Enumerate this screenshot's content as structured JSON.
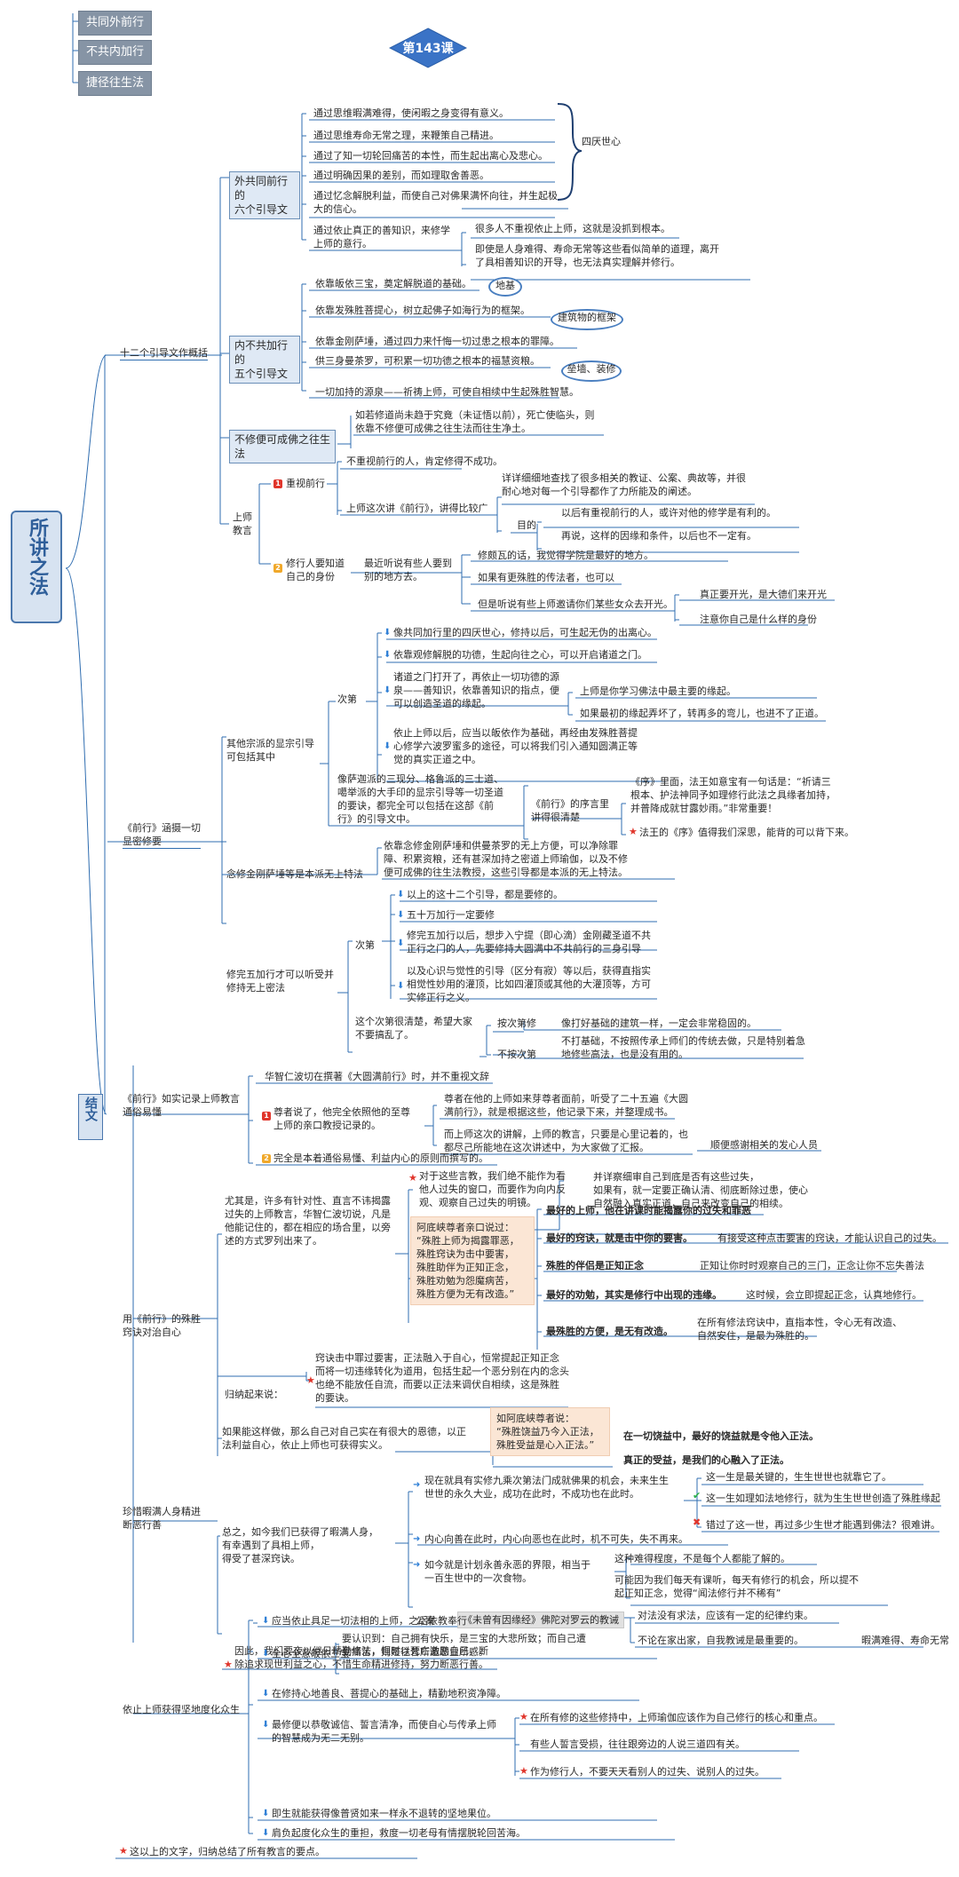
{
  "top_buttons": [
    "共同外前行",
    "不共内加行",
    "捷径往生法"
  ],
  "lesson_title": "第143课",
  "main_title": "所讲之法",
  "conclusion_label": "结文",
  "branches": {
    "b1": "十二个引导文作概括",
    "b1_outer": "外共同前行的\n六个引导文",
    "b1_inner": "内不共加行的\n五个引导文",
    "b1_no": "不修便可成佛之往生法",
    "b1_guru": "上师\n教言",
    "b2": "《前行》涵摄一切\n显密修要",
    "b3": "《前行》如实记录上师教言\n通俗易懂",
    "b4": "用《前行》的殊胜\n窍诀对治自心",
    "b5": "珍惜暇满人身精进\n断恶行善",
    "b6": "依止上师获得坚地度化众生"
  },
  "outer": {
    "items": [
      "通过思维暇满难得，使闲暇之身变得有意义。",
      "通过思维寿命无常之理，来鞭策自己精进。",
      "通过了知一切轮回痛苦的本性，而生起出离心及悲心。",
      "通过明确因果的差别，而如理取舍善恶。",
      "通过忆念解脱利益，而使自己对佛果满怀向往，并生起极\n大的信心。",
      "通过依止真正的善知识，来修学\n上师的意行。"
    ],
    "four": "四厌世心",
    "guru1": "很多人不重视依止上师，这就是没抓到根本。",
    "guru2": "即使是人身难得、寿命无常等这些看似简单的道理，离开\n了具相善知识的开导，也无法真实理解并修行。"
  },
  "inner": {
    "items": [
      "依靠皈依三宝，奠定解脱道的基础。",
      "依靠发殊胜菩提心，树立起佛子如海行为的框架。",
      "依靠金刚萨埵，通过四力来忏悔一切过患之根本的罪障。",
      "供三身曼茶罗，可积累一切功德之根本的福慧资粮。",
      "一切加持的源泉——祈祷上师，可使自相续中生起殊胜智慧。"
    ],
    "tags": [
      "地基",
      "建筑物的框架",
      "垒墙、装修"
    ]
  },
  "nofree": "如若修道尚未趋于究竟（未证悟以前），死亡使临头，则\n依靠不修便可成佛之往生法而往生净土。",
  "guru": {
    "p1": "重视前行",
    "p1a": "不重视前行的人，肯定修得不成功。",
    "p1b": "上师这次讲《前行》，讲得比较广",
    "p1b1": "详详细细地查找了很多相关的教证、公案、典故等，并很\n耐心地对每一个引导都作了力所能及的阐述。",
    "p1b_aim": "目的",
    "p1b2": "以后有重视前行的人，或许对他的修学是有利的。",
    "p1b3": "再说，这样的因缘和条件，以后也不一定有。",
    "p2": "修行人要知道\n自己的身份",
    "p2a": "最近听说有些人要到\n别的地方去。",
    "p2a1": "修颇瓦的话，我觉得学院是最好的地方。",
    "p2a2": "如果有更殊胜的传法者，也可以",
    "p2a3": "但是听说有些上师邀请你们某些女众去开光。",
    "p2a3a": "真正要开光，是大德们来开光",
    "p2a3b": "注意你自己是什么样的身份"
  },
  "s2": {
    "left": "其他宗派的显宗引导\n可包括其中",
    "ci": "次第",
    "c1": "像共同加行里的四厌世心，修持以后，可生起无伪的出离心。",
    "c2": "依靠观修解脱的功德，生起向往之心，可以开启诸道之门。",
    "c3": "诸道之门打开了，再依止一切功德的源\n泉——善知识，依靠善知识的指点，便\n可以创造圣道的缘起。",
    "c3a": "上师是你学习佛法中最主要的缘起。",
    "c3b": "如果最初的缘起弄坏了，转再多的弯儿，也进不了正道。",
    "c4": "依止上师以后，应当以皈依作为基础，再经由发殊胜菩提\n心修学六波罗蜜多的途径，可以将我们引入通知圆满正等\n觉的真实正道之中。",
    "c5": "像萨迦派的三现分、格鲁派的三士道、\n噶举派的大手印的显宗引导等一切圣道\n的要诀，都完全可以包括在这部《前\n行》的引导文中。",
    "xu": "《前行》的序言里\n讲得很清楚",
    "xu1": "《序》里面，法王如意宝有一句话是：“祈请三\n根本、护法神同予如理修行此法之具缘者加持，\n并普降成就甘露妙雨。”非常重要！",
    "xu2": "法王的《序》值得我们深思，能背的可以背下来。",
    "mi": "念修金刚萨埵等是本派无上特法",
    "mi1": "依靠念修金刚萨埵和供曼茶罗的无上方便，可以净除罪\n障、积累资粮，还有甚深加持之密道上师瑜伽，以及不修\n便可成佛的往生法教授，这些引导都是本派的无上特法。",
    "w": "修完五加行才可以听受并\n修持无上密法",
    "wci": "次第",
    "w1": "以上的这十二个引导，都是要修的。",
    "w2": "五十万加行一定要修",
    "w3": "修完五加行以后，想步入宁提（即心滴）金刚藏圣道不共\n正行之门的人，先要修持大圆满中不共前行的三身引导",
    "w4": "以及心识与觉性的引导（区分有寂）等以后，获得直指实\n相觉性妙用的灌顶，比如四灌顶或其他的大灌顶等，方可\n实修正行之义。",
    "w5": "这个次第很清楚，希望大家\n不要搞乱了。",
    "w5a": "按次第修",
    "w5a1": "像打好基础的建筑一样，一定会非常稳固的。",
    "w5b": "不按次第",
    "w5b1": "不打基础，不按照传承上师们的传统去做，只是特别着急\n地修些高法，也是没有用的。"
  },
  "s3": {
    "a": "华智仁波切在撰著《大圆满前行》时，并不重视文辞",
    "b": "尊者说了，他完全依照他的至尊\n上师的亲口教授记录的。",
    "b1": "尊者在他的上师如来芽尊者面前，听受了二十五遍《大圆\n满前行》，就是根据这些，他记录下来，并整理成书。",
    "b2": "而上师这次的讲解，上师的教言，只要是心里记着的，也\n都尽己所能地在这次讲述中，为大家做了汇报。",
    "b2a": "顺便感谢相关的发心人员",
    "c": "完全是本着通俗易懂、利益内心的原则而撰写的。"
  },
  "s4": {
    "intro": "尤其是，许多有针对性、直言不讳揭露\n过失的上师教言，华智仁波切说，凡是\n他能记住的，都在相应的场合里，以旁\n述的方式罗列出来了。",
    "star1": "对于这些言教，我们绝不能作为看\n他人过失的窗口，而要作为向内反\n观、观察自己过失的明镜。",
    "star1a": "并详察细审自己到底是否有这些过失，\n如果有，就一定要正确认清、彻底断除过患，使心\n自然融入真实正道，自己来改变自己的相续。",
    "quote": "阿底峡尊者亲口说过：\n“殊胜上师为揭露罪恶，\n殊胜窍诀为击中要害，\n殊胜助伴为正知正念，\n殊胜劝勉为怨魔病苦，\n殊胜方便为无有改造。”",
    "q1": "最好的上师，他在讲课时能揭露你的过失和罪恶",
    "q2": "最好的窍诀，就是击中你的要害。",
    "q2a": "有接受这种点击要害的窍诀，才能认识自己的过失。",
    "q3": "殊胜的伴侣是正知正念",
    "q3a": "正知让你时时观察自己的三门，正念让你不忘失善法",
    "q4": "最好的劝勉，其实是修行中出现的违缘。",
    "q4a": "这时候，会立即提起正念，认真地修行。",
    "q5": "最殊胜的方便，是无有改造。",
    "q5a": "在所有修法窍诀中，直指本性，令心无有改造、\n自然安住，是最为殊胜的。",
    "sum": "归纳起来说：",
    "sum1": "窍诀击中罪过要害，正法融入于自心，恒常提起正知正念\n而将一切违缘转化为道用，包括生起一个恶分别在内的念头\n也绝不能放任自流，而要以正法来调伏自相续，这是殊胜\n的要诀。",
    "if": "如果能这样做，那么自己对自己实在有很大的恩德，以正\n法利益自心，依止上师也可获得实义。",
    "q6": "如阿底峡尊者说：\n“殊胜饶益乃今入正法，\n殊胜受益是心入正法。”",
    "q6a": "在一切饶益中，最好的饶益就是令他入正法。",
    "q6b": "真正的受益，是我们的心融入了正法。"
  },
  "s5": {
    "intro": "总之，如今我们已获得了暇满人身，\n有幸遇到了具相上师，\n得受了甚深窍诀。",
    "r1": "现在就具有实修九乘次第法门成就佛果的机会，未来生生\n世世的永久大业，成功在此时，不成功也在此时。",
    "r1a": "这一生是最关键的，生生世世也就靠它了。",
    "r1b": "这一生如理如法地修行，就为生生世世创造了殊胜缘起",
    "r1c": "错过了这一世，再过多少生世才能遇到佛法？很难讲。",
    "r2": "内心向善在此时，内心向恶也在此时，机不可失，失不再来。",
    "r3": "如今就是计划永善永恶的界限，相当于\n一百生世中的一次食物。",
    "r3a": "这种难得程度，不是每个人都能了解的。",
    "r3b": "可能因为我们每天有课听，每天有修行的机会，所以提不\n起正知正念，觉得“闻法修行并不稀有”",
    "gong": "公案",
    "gongtag": "《未曾有因缘经》佛陀对罗云的教诫",
    "g1": "对法没有求法，应该有一定的纪律约束。",
    "g2": "不论在家出家，自我教诫是最重要的。",
    "g2a": "暇满难得、寿命无常",
    "end": "因此，我们要夜以继日精勤修法，恒时以死亡激励自己，断\n除追求现世利益之心，不惜生命精进修持，努力断恶行善。"
  },
  "s6": {
    "i1": "应当依止具足一切法相的上师，之后依教奉行",
    "i2": "全心全意皈依三宝",
    "i2a": "要认识到：自己拥有快乐，是三宝的大悲所致；而自己遭\n受痛苦，则是往昔所造恶业所感。",
    "i3": "在修持心地善良、菩提心的基础上，精勤地积资净障。",
    "i4": "最修便以恭敬诚信、誓言清净，而使自心与传承上师\n的智慧成为无二无别。",
    "i4a": "在所有修的这些修持中，上师瑜伽应该作为自己修行的核心和重点。",
    "i4b": "有些人誓言受损，往往跟旁边的人说三道四有关。",
    "i4c": "作为修行人，不要天天看别人的过失、说别人的过失。",
    "i5": "即生就能获得像普贤如来一样永不退转的坚地果位。",
    "i6": "肩负起度化众生的重担，救度一切老母有情摆脱轮回苦海。",
    "foot": "这以上的文字，归纳总结了所有教言的要点。"
  },
  "colors": {
    "accent": "#2f5f9a",
    "line": "#2f6db0",
    "grey": "#8694a5",
    "quote": "#fbe6d5",
    "star": "#e0352b"
  }
}
